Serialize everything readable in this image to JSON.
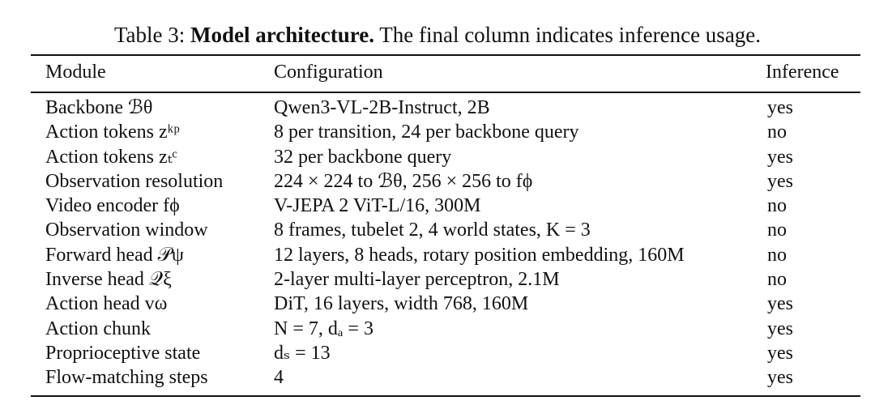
{
  "caption": {
    "prefix": "Table 3:",
    "title": "Model architecture.",
    "text": "The final column indicates inference usage."
  },
  "table": {
    "headers": [
      "Module",
      "Configuration",
      "Inference"
    ],
    "rows": [
      {
        "module": "Backbone ℬθ",
        "configuration": "Qwen3-VL-2B-Instruct, 2B",
        "inference": "yes"
      },
      {
        "module": "Action tokens zᵏᵖ",
        "configuration": "8 per transition, 24 per backbone query",
        "inference": "no"
      },
      {
        "module": "Action tokens zₜᶜ",
        "configuration": "32 per backbone query",
        "inference": "yes"
      },
      {
        "module": "Observation resolution",
        "configuration": "224 × 224 to ℬθ, 256 × 256 to fϕ",
        "inference": "yes"
      },
      {
        "module": "Video encoder fϕ",
        "configuration": "V-JEPA 2 ViT-L/16, 300M",
        "inference": "no"
      },
      {
        "module": "Observation window",
        "configuration": "8 frames, tubelet 2, 4 world states, K = 3",
        "inference": "no"
      },
      {
        "module": "Forward head 𝒫ψ",
        "configuration": "12 layers, 8 heads, rotary position embedding, 160M",
        "inference": "no"
      },
      {
        "module": "Inverse head 𝒬ξ",
        "configuration": "2-layer multi-layer perceptron, 2.1M",
        "inference": "no"
      },
      {
        "module": "Action head vω",
        "configuration": "DiT, 16 layers, width 768, 160M",
        "inference": "yes"
      },
      {
        "module": "Action chunk",
        "configuration": "N = 7, dₐ = 3",
        "inference": "yes"
      },
      {
        "module": "Proprioceptive state",
        "configuration": "dₛ = 13",
        "inference": "yes"
      },
      {
        "module": "Flow-matching steps",
        "configuration": "4",
        "inference": "yes"
      }
    ]
  }
}
